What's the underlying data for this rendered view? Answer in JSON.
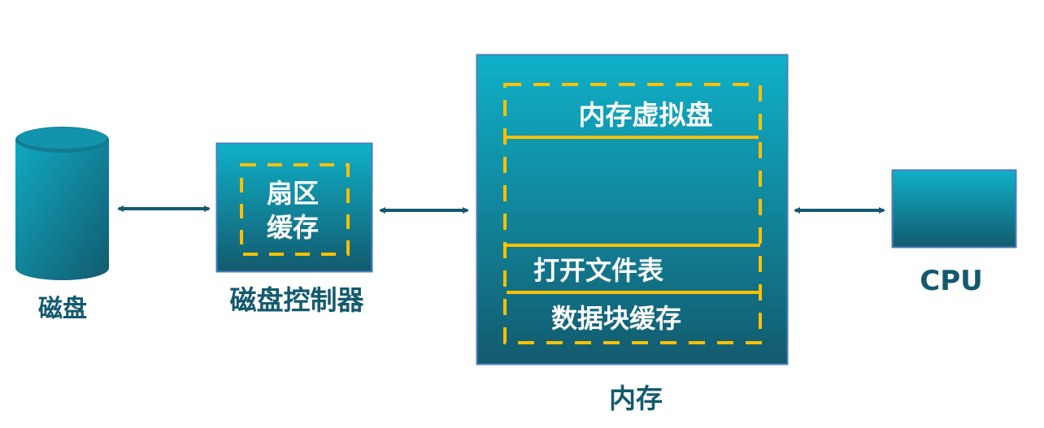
{
  "colors": {
    "gradient_top": "#0fb1c9",
    "gradient_bottom": "#135a6e",
    "dash": "#ffc000",
    "label": "#135a6e",
    "border": "#4a7ebb"
  },
  "disk": {
    "label": "磁盘"
  },
  "disk_controller": {
    "label": "磁盘控制器",
    "cache_line1": "扇区",
    "cache_line2": "缓存"
  },
  "memory": {
    "label": "内存",
    "ram_disk": "内存虚拟盘",
    "open_file_table": "打开文件表",
    "block_cache": "数据块缓存"
  },
  "cpu": {
    "label": "CPU"
  }
}
